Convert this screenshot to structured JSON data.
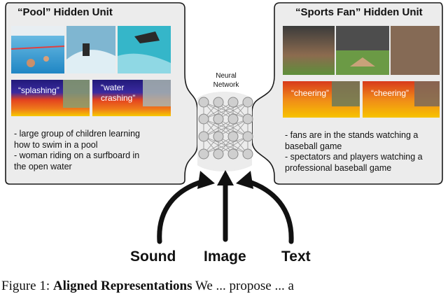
{
  "figure": {
    "network_label_line1": "Neural",
    "network_label_line2": "Network",
    "caption_prefix": "Figure 1:",
    "caption_bold": "Aligned Representations",
    "caption_rest": "We ... propose ... a"
  },
  "pool_panel": {
    "title": "“Pool” Hidden Unit",
    "sound_labels": [
      "“splashing”",
      "“water",
      "crashing”"
    ],
    "captions": [
      "- large group of children learning",
      "how to swim in a pool",
      "- woman riding on a surfboard in",
      "the open water"
    ]
  },
  "sports_panel": {
    "title": "“Sports Fan” Hidden Unit",
    "sound_labels": [
      "“cheering”",
      "“cheering”"
    ],
    "captions": [
      "- fans are in the stands watching a",
      "baseball game",
      "- spectators and players watching a",
      "professional baseball game"
    ]
  },
  "inputs": [
    "Sound",
    "Image",
    "Text"
  ],
  "colors": {
    "panel_fill": "#ececec",
    "panel_stroke": "#1a1a1a",
    "node_fill": "#cfcfcf",
    "node_stroke": "#8a8a8a",
    "arrow": "#111111",
    "pool_water": "#3fa9d9",
    "spectrogram_top": "#2a1c8a",
    "spectrogram_mid": "#e63b1f",
    "spectrogram_bottom": "#f5c400",
    "crowd": "#8c6b4f",
    "field": "#5d8f3a"
  }
}
